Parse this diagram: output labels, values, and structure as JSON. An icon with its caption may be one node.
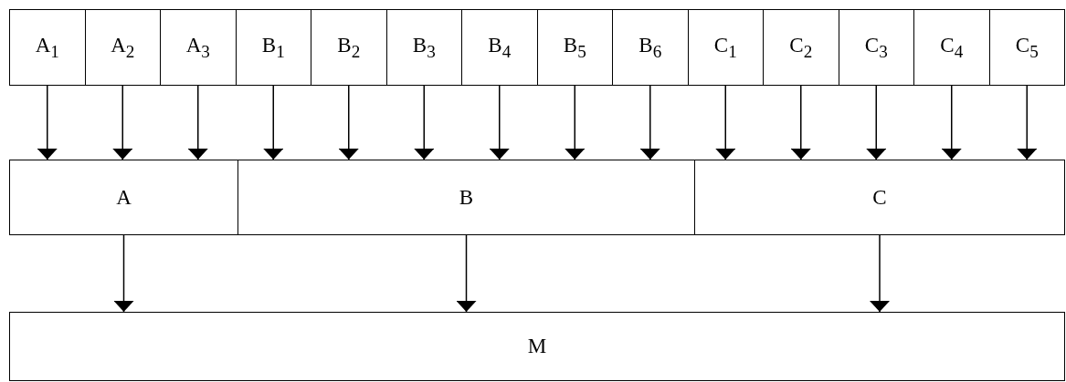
{
  "diagram": {
    "nodes": [
      {
        "text": [
          "A$_{1}$"
        ]
      },
      {
        "text": [
          "A$_{2}$"
        ]
      },
      {
        "text": [
          "A$_{3}$"
        ]
      },
      {
        "text": [
          "B$_{1}$"
        ]
      },
      {
        "text": [
          "B$_{2}$"
        ]
      },
      {
        "text": [
          "B$_{3}$"
        ]
      },
      {
        "text": [
          "B$_{4}$"
        ]
      },
      {
        "text": [
          "B$_{5}$"
        ]
      },
      {
        "text": [
          "B$_{6}$"
        ]
      },
      {
        "text": [
          "C$_{1}$"
        ]
      },
      {
        "text": [
          "C$_{2}$"
        ]
      },
      {
        "text": [
          "C$_{3}$"
        ]
      },
      {
        "text": [
          "C$_{4}$"
        ]
      },
      {
        "text": [
          "C$_{5}$"
        ]
      },
      {
        "text": [
          "A"
        ]
      },
      {
        "text": [
          "B"
        ]
      },
      {
        "text": [
          "C"
        ]
      },
      {
        "text": [
          "M"
        ]
      }
    ],
    "edges": [
      {
        "from": 0,
        "to": 14,
        "arrow": "to"
      },
      {
        "from": 1,
        "to": 14,
        "arrow": "to"
      },
      {
        "from": 2,
        "to": 14,
        "arrow": "to"
      },
      {
        "from": 3,
        "to": 15,
        "arrow": "to"
      },
      {
        "from": 4,
        "to": 15,
        "arrow": "to"
      },
      {
        "from": 5,
        "to": 15,
        "arrow": "to"
      },
      {
        "from": 6,
        "to": 15,
        "arrow": "to"
      },
      {
        "from": 7,
        "to": 15,
        "arrow": "to"
      },
      {
        "from": 8,
        "to": 15,
        "arrow": "to"
      },
      {
        "from": 9,
        "to": 16,
        "arrow": "to"
      },
      {
        "from": 10,
        "to": 16,
        "arrow": "to"
      },
      {
        "from": 11,
        "to": 16,
        "arrow": "to"
      },
      {
        "from": 12,
        "to": 16,
        "arrow": "to"
      },
      {
        "from": 13,
        "to": 16,
        "arrow": "to"
      },
      {
        "from": 14,
        "to": 17,
        "arrow": "to"
      },
      {
        "from": 15,
        "to": 17,
        "arrow": "to"
      },
      {
        "from": 16,
        "to": 17,
        "arrow": "to"
      }
    ]
  }
}
